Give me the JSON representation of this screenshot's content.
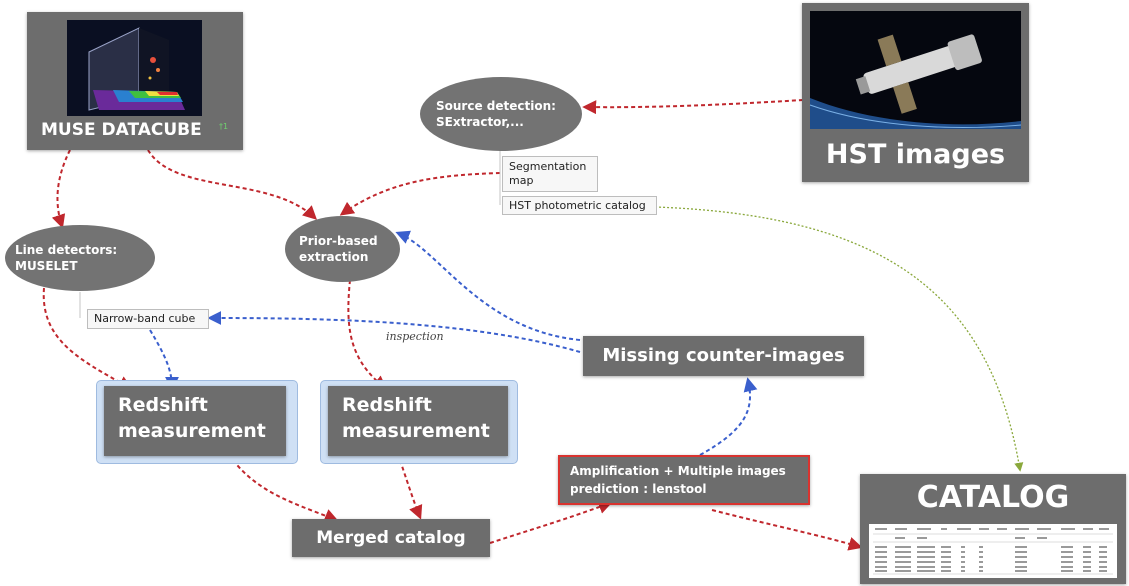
{
  "nodes": {
    "muse_datacube": "MUSE DATACUBE",
    "hst_images": "HST images",
    "source_detection": [
      "Source detection:",
      "SExtractor,..."
    ],
    "line_detectors": [
      "Line detectors:",
      "MUSELET"
    ],
    "prior_based": [
      "Prior-based",
      "extraction"
    ],
    "segmentation_map": [
      "Segmentation",
      "map"
    ],
    "hst_photometric_catalog": "HST photometric catalog",
    "narrow_band_cube": "Narrow-band cube",
    "missing_counter_images": "Missing counter-images",
    "redshift_1": [
      "Redshift",
      "measurement"
    ],
    "redshift_2": [
      "Redshift",
      "measurement"
    ],
    "amplification": [
      "Amplification + Multiple images",
      "prediction : lenstool"
    ],
    "merged_catalog": "Merged catalog",
    "catalog": "CATALOG"
  },
  "edge_labels": {
    "inspection": "inspection"
  },
  "colors": {
    "box": "#6d6d6d",
    "red_arrow": "#c0272d",
    "blue_arrow": "#3a5fcd",
    "green_arrow": "#8aa83c",
    "redshift_frame": "#cfe0f5",
    "amp_border": "#d9332f"
  }
}
